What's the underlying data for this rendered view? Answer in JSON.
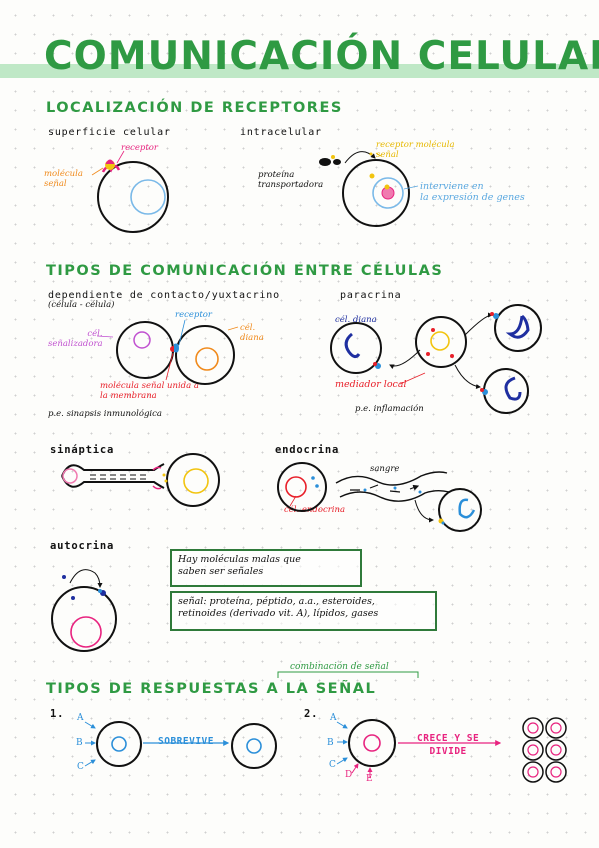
{
  "title": "COMUNICACIÓN CELULAR",
  "section1": {
    "heading": "LOCALIZACIÓN DE RECEPTORES",
    "superficie": {
      "label": "superficie celular",
      "receptor": "receptor",
      "molecula": "molécula\nseñal"
    },
    "intracelular": {
      "label": "intracelular",
      "receptor_molecula": "receptor molécula\nseñal",
      "proteina": "proteína\ntransportadora",
      "interviene": "interviene en\nla expresión de genes"
    }
  },
  "section2": {
    "heading": "TIPOS DE COMUNICACIÓN ENTRE CÉLULAS",
    "contacto": {
      "label": "dependiente de contacto/yuxtacrino",
      "sublabel": "(célula - célula)",
      "receptor": "receptor",
      "cel_senalizadora": "cél.\nseñalizadora",
      "cel_diana": "cél.\ndiana",
      "molecula_unida": "molécula señal unida a\nla membrana",
      "ejemplo": "p.e. sinapsis inmunológica"
    },
    "paracrina": {
      "label": "paracrina",
      "cel_diana": "cél. diana",
      "mediador": "mediador local",
      "ejemplo": "p.e. inflamación"
    },
    "sinaptica": {
      "label": "sináptica"
    },
    "endocrina": {
      "label": "endocrina",
      "sangre": "sangre",
      "cel_endocrina": "cél. endocrina"
    },
    "autocrina": {
      "label": "autocrina",
      "note1": "Hay moléculas malas que\nsaben ser señales",
      "note2": "señal: proteína, péptido, a.a., esteroides,\nretinoides (derivado vit. A), lípidos, gases"
    }
  },
  "section3": {
    "heading": "TIPOS DE RESPUESTAS A LA SEÑAL",
    "annotation": "combinación de señal",
    "case1": {
      "number": "1.",
      "signals": [
        "A",
        "B",
        "C"
      ],
      "action": "SOBREVIVE"
    },
    "case2": {
      "number": "2.",
      "signals": [
        "A",
        "B",
        "C",
        "D",
        "E"
      ],
      "action": "CRECE Y SE\nDIVIDE"
    }
  },
  "colors": {
    "green": "#2f9a43",
    "magenta": "#e8237f",
    "blue": "#2b8fd9",
    "orange": "#f08a1c",
    "yellow": "#f2c40f",
    "navy": "#1f2fa0",
    "red": "#e8202a",
    "lightblue": "#7ab9e8",
    "pink": "#f07ab0"
  }
}
